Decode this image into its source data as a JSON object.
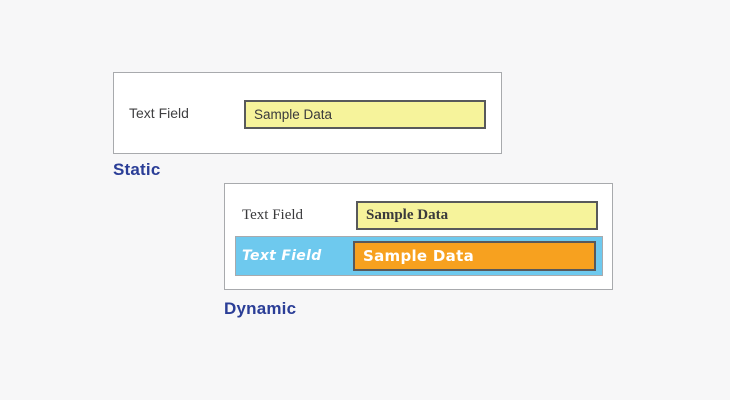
{
  "figure": {
    "background": "#f7f7f8",
    "caption_color": "#2b3e97"
  },
  "colors": {
    "panel_border": "#a8aaad",
    "field_border": "#58595b",
    "field_yellow": "#f6f39b",
    "highlight_blue": "#6ec9ee",
    "highlight_orange": "#f7a11f",
    "label_text": "#404042",
    "caption_blue": "#2b3e97"
  },
  "static_panel": {
    "caption": "Static",
    "field_label": "Text Field",
    "field_value": "Sample Data"
  },
  "dynamic_panel": {
    "caption": "Dynamic",
    "rows": [
      {
        "state": "normal",
        "field_label": "Text Field",
        "field_value": "Sample Data"
      },
      {
        "state": "highlighted",
        "field_label": "Text Field",
        "field_value": "Sample Data"
      }
    ]
  }
}
